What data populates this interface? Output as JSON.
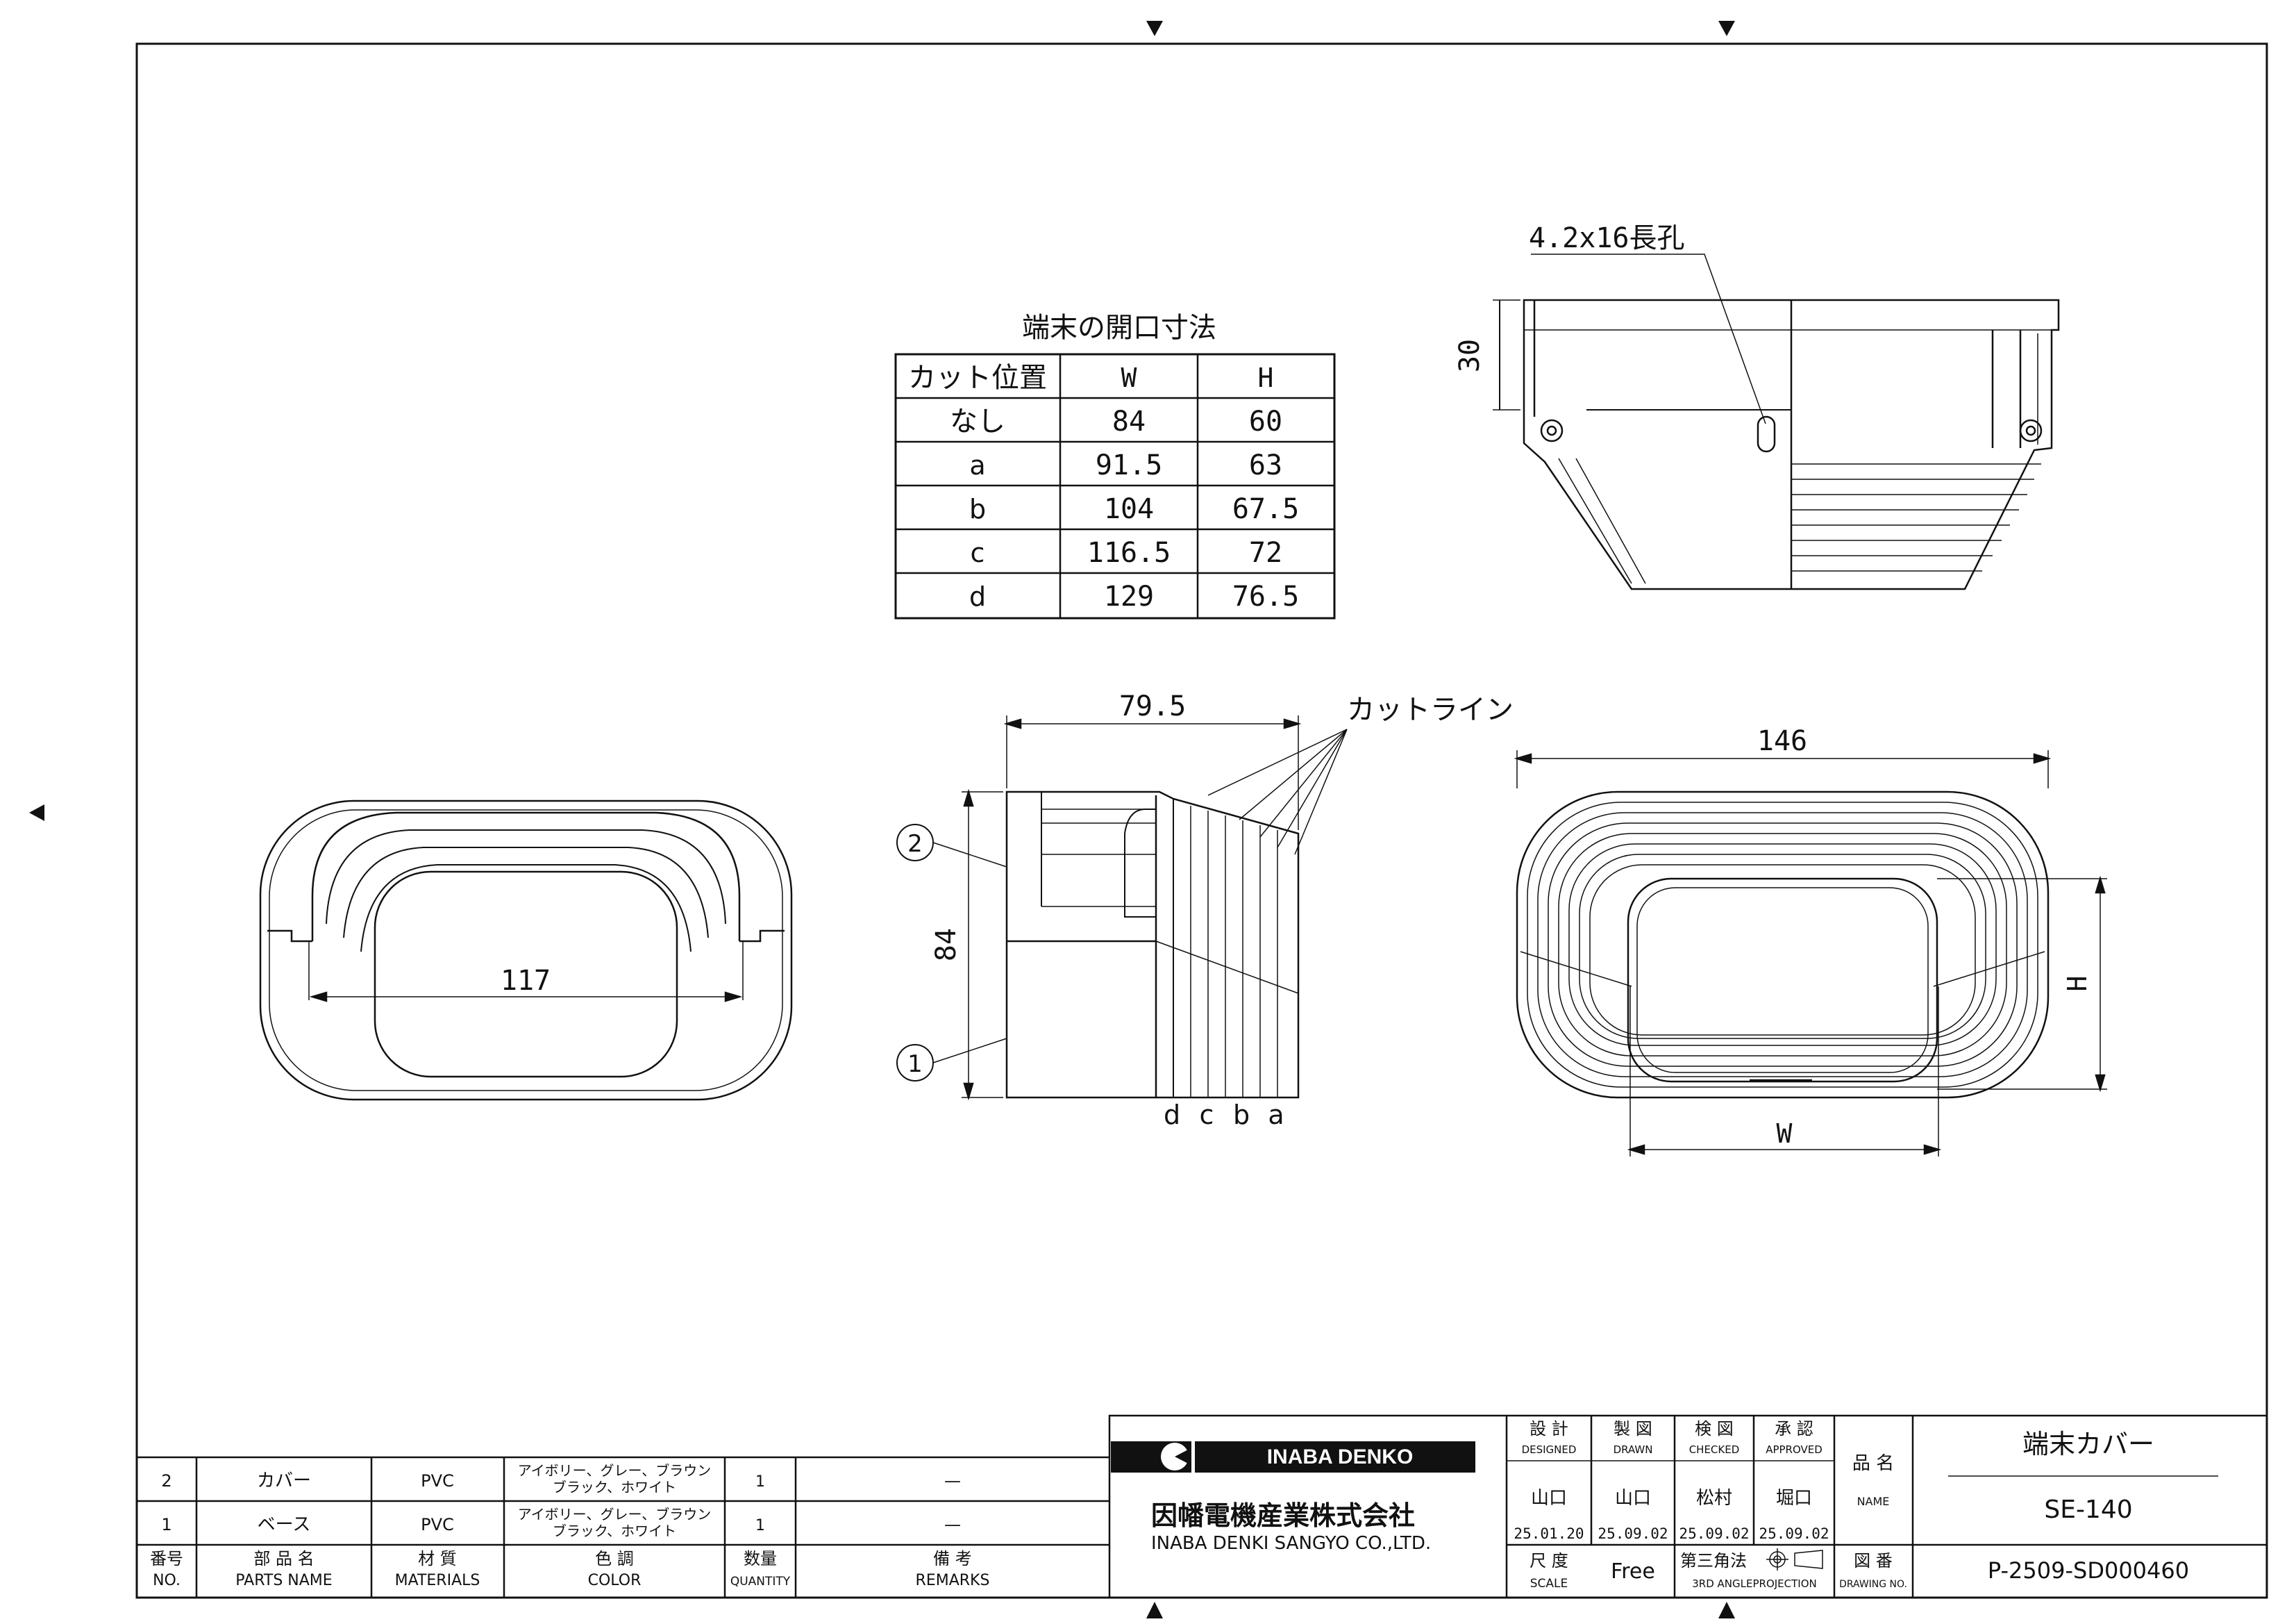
{
  "drawing": {
    "opening_table": {
      "title": "端末の開口寸法",
      "headers": [
        "カット位置",
        "W",
        "H"
      ],
      "rows": [
        [
          "なし",
          "84",
          "60"
        ],
        [
          "a",
          "91.5",
          "63"
        ],
        [
          "b",
          "104",
          "67.5"
        ],
        [
          "c",
          "116.5",
          "72"
        ],
        [
          "d",
          "129",
          "76.5"
        ]
      ]
    },
    "dimensions": {
      "dim_30": "30",
      "dim_79_5": "79.5",
      "dim_84": "84",
      "dim_117": "117",
      "dim_146": "146",
      "label_h": "H",
      "label_w": "W",
      "slot_note": "4.2x16長孔",
      "cut_line": "カットライン",
      "cut_letters": [
        "d",
        "c",
        "b",
        "a"
      ],
      "balloon_1": "1",
      "balloon_2": "2"
    }
  },
  "parts_list": {
    "rows": [
      {
        "no": "2",
        "name": "カバー",
        "material": "PVC",
        "color_l1": "アイボリー、グレー、ブラウン",
        "color_l2": "ブラック、ホワイト",
        "qty": "1",
        "remarks": "—"
      },
      {
        "no": "1",
        "name": "ベース",
        "material": "PVC",
        "color_l1": "アイボリー、グレー、ブラウン",
        "color_l2": "ブラック、ホワイト",
        "qty": "1",
        "remarks": "—"
      }
    ],
    "header": {
      "no_jp": "番号",
      "no_en": "NO.",
      "name_jp": "部 品 名",
      "name_en": "PARTS NAME",
      "mat_jp": "材 質",
      "mat_en": "MATERIALS",
      "color_jp": "色 調",
      "color_en": "COLOR",
      "qty_jp": "数量",
      "qty_en": "QUANTITY",
      "rem_jp": "備 考",
      "rem_en": "REMARKS"
    }
  },
  "title_block": {
    "logo_text": "INABA DENKO",
    "company_jp": "因幡電機産業株式会社",
    "company_en": "INABA DENKI SANGYO CO.,LTD.",
    "designed_jp": "設 計",
    "designed_en": "DESIGNED",
    "designed_name": "山口",
    "designed_date": "25.01.20",
    "drawn_jp": "製 図",
    "drawn_en": "DRAWN",
    "drawn_name": "山口",
    "drawn_date": "25.09.02",
    "checked_jp": "検 図",
    "checked_en": "CHECKED",
    "checked_name": "松村",
    "checked_date": "25.09.02",
    "approved_jp": "承 認",
    "approved_en": "APPROVED",
    "approved_name": "堀口",
    "approved_date": "25.09.02",
    "name_jp": "品 名",
    "name_en": "NAME",
    "product_name": "端末カバー",
    "model": "SE-140",
    "scale_jp": "尺 度",
    "scale_en": "SCALE",
    "scale_value": "Free",
    "projection_jp": "第三角法",
    "projection_en": "3RD ANGLEPROJECTION",
    "drawing_no_jp": "図 番",
    "drawing_no_en": "DRAWING NO.",
    "drawing_no": "P-2509-SD000460"
  }
}
